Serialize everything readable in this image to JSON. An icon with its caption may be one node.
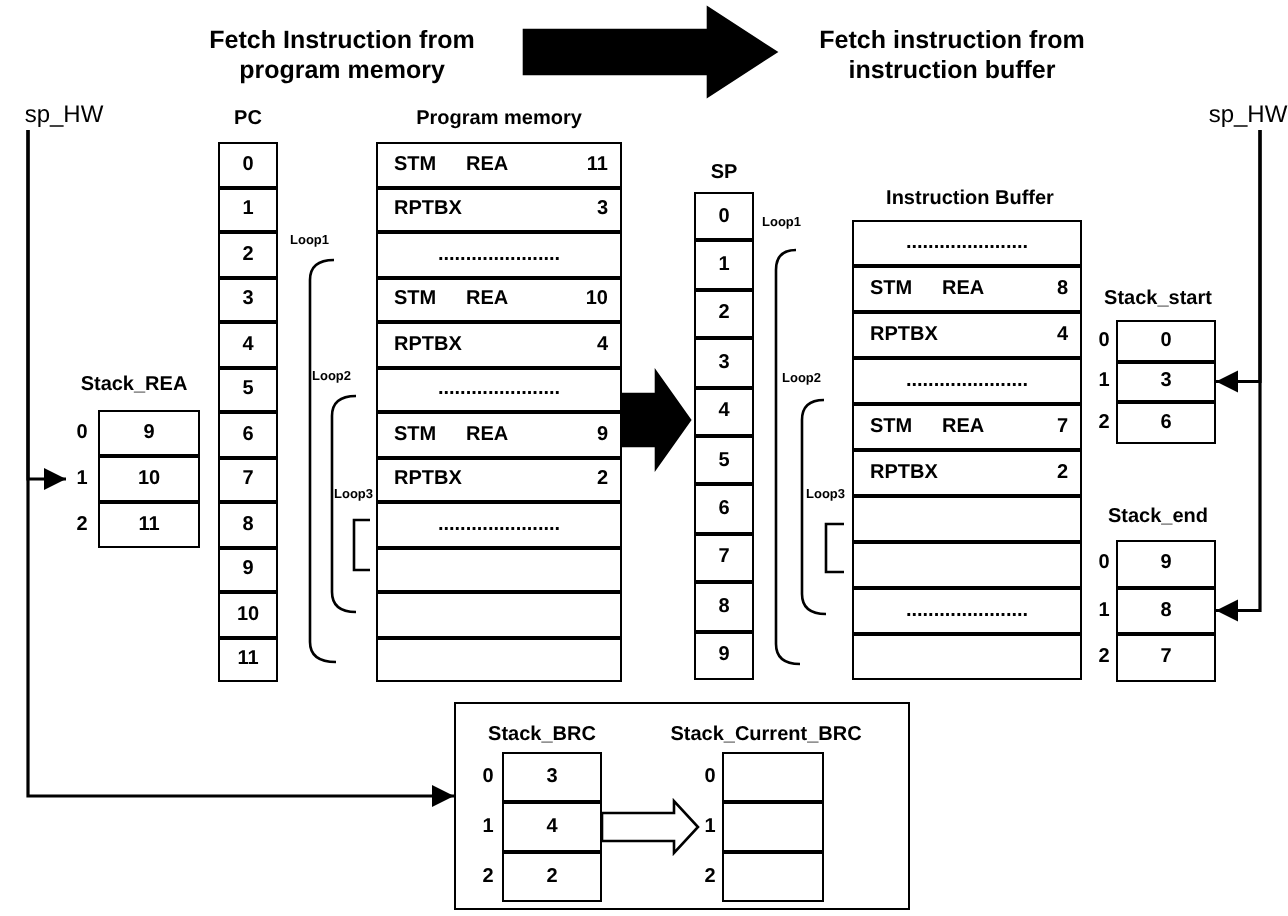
{
  "diagram": {
    "nodes": [
      {
        "text": [
          "Fetch Instruction from program memory"
        ]
      },
      {
        "text": [
          "Fetch instruction from instruction buffer"
        ]
      },
      {
        "text": [
          "sp_HW"
        ]
      },
      {
        "text": [
          "sp_HW"
        ]
      },
      {
        "text": [
          "PC"
        ]
      },
      {
        "text": [
          "0"
        ],
        "in": 4
      },
      {
        "text": [
          "1"
        ],
        "in": 4
      },
      {
        "text": [
          "2"
        ],
        "in": 4
      },
      {
        "text": [
          "3"
        ],
        "in": 4
      },
      {
        "text": [
          "4"
        ],
        "in": 4
      },
      {
        "text": [
          "5"
        ],
        "in": 4
      },
      {
        "text": [
          "6"
        ],
        "in": 4
      },
      {
        "text": [
          "7"
        ],
        "in": 4
      },
      {
        "text": [
          "8"
        ],
        "in": 4
      },
      {
        "text": [
          "9"
        ],
        "in": 4
      },
      {
        "text": [
          "10"
        ],
        "in": 4
      },
      {
        "text": [
          "11"
        ],
        "in": 4
      },
      {
        "text": [
          "Program memory"
        ]
      },
      {
        "text": [
          "STM",
          "REA",
          "11"
        ],
        "in": 17
      },
      {
        "text": [
          "RPTBX",
          "3"
        ],
        "in": 17
      },
      {
        "text": [
          "......................"
        ],
        "in": 17
      },
      {
        "text": [
          "STM",
          "REA",
          "10"
        ],
        "in": 17
      },
      {
        "text": [
          "RPTBX",
          "4"
        ],
        "in": 17
      },
      {
        "text": [
          "......................"
        ],
        "in": 17
      },
      {
        "text": [
          "STM",
          "REA",
          "9"
        ],
        "in": 17
      },
      {
        "text": [
          "RPTBX",
          "2"
        ],
        "in": 17
      },
      {
        "text": [
          "......................"
        ],
        "in": 17
      },
      {
        "text": [],
        "shape": "box",
        "in": 17
      },
      {
        "text": [],
        "shape": "box",
        "in": 17
      },
      {
        "text": [],
        "shape": "box",
        "in": 17
      },
      {
        "text": [
          "SP"
        ]
      },
      {
        "text": [
          "0"
        ],
        "in": 30
      },
      {
        "text": [
          "1"
        ],
        "in": 30
      },
      {
        "text": [
          "2"
        ],
        "in": 30
      },
      {
        "text": [
          "3"
        ],
        "in": 30
      },
      {
        "text": [
          "4"
        ],
        "in": 30
      },
      {
        "text": [
          "5"
        ],
        "in": 30
      },
      {
        "text": [
          "6"
        ],
        "in": 30
      },
      {
        "text": [
          "7"
        ],
        "in": 30
      },
      {
        "text": [
          "8"
        ],
        "in": 30
      },
      {
        "text": [
          "9"
        ],
        "in": 30
      },
      {
        "text": [
          "Instruction Buffer"
        ]
      },
      {
        "text": [
          "......................"
        ],
        "in": 41
      },
      {
        "text": [
          "STM",
          "REA",
          "8"
        ],
        "in": 41
      },
      {
        "text": [
          "RPTBX",
          "4"
        ],
        "in": 41
      },
      {
        "text": [
          "......................"
        ],
        "in": 41
      },
      {
        "text": [
          "STM",
          "REA",
          "7"
        ],
        "in": 41
      },
      {
        "text": [
          "RPTBX",
          "2"
        ],
        "in": 41
      },
      {
        "text": [],
        "shape": "box",
        "in": 41
      },
      {
        "text": [],
        "shape": "box",
        "in": 41
      },
      {
        "text": [
          "......................"
        ],
        "in": 41
      },
      {
        "text": [],
        "shape": "box",
        "in": 41
      },
      {
        "text": [
          "Stack_start"
        ]
      },
      {
        "text": [
          "0"
        ],
        "beside": [
          "0"
        ],
        "in": 52
      },
      {
        "text": [
          "3"
        ],
        "beside": [
          "1"
        ],
        "in": 52
      },
      {
        "text": [
          "6"
        ],
        "beside": [
          "2"
        ],
        "in": 52
      },
      {
        "text": [
          "Stack_end"
        ]
      },
      {
        "text": [
          "9"
        ],
        "beside": [
          "0"
        ],
        "in": 56
      },
      {
        "text": [
          "8"
        ],
        "beside": [
          "1"
        ],
        "in": 56
      },
      {
        "text": [
          "7"
        ],
        "beside": [
          "2"
        ],
        "in": 56
      },
      {
        "text": [
          "Stack_REA"
        ]
      },
      {
        "text": [
          "9"
        ],
        "beside": [
          "0"
        ],
        "in": 60
      },
      {
        "text": [
          "10"
        ],
        "beside": [
          "1"
        ],
        "in": 60
      },
      {
        "text": [
          "11"
        ],
        "beside": [
          "2"
        ],
        "in": 60
      },
      {
        "text": [],
        "shape": "box"
      },
      {
        "text": [
          "Stack_BRC"
        ],
        "in": 64
      },
      {
        "text": [
          "3"
        ],
        "beside": [
          "0"
        ],
        "in": 65
      },
      {
        "text": [
          "4"
        ],
        "beside": [
          "1"
        ],
        "in": 65
      },
      {
        "text": [
          "2"
        ],
        "beside": [
          "2"
        ],
        "in": 65
      },
      {
        "text": [
          "Stack_Current_BRC"
        ],
        "in": 64
      },
      {
        "text": [],
        "shape": "box",
        "beside": [
          "0"
        ],
        "in": 69
      },
      {
        "text": [],
        "shape": "box",
        "beside": [
          "1"
        ],
        "in": 69
      },
      {
        "text": [],
        "shape": "box",
        "beside": [
          "2"
        ],
        "in": 69
      }
    ],
    "edges": [
      {
        "from": 0,
        "to": 1,
        "arrow": "to",
        "style": "thick"
      },
      {
        "from": 17,
        "to": 30,
        "arrow": "to",
        "style": "thick"
      },
      {
        "from": 2,
        "to": 62,
        "arrow": "to"
      },
      {
        "from": 2,
        "to": 64,
        "arrow": "to"
      },
      {
        "from": 3,
        "to": 54,
        "arrow": "to"
      },
      {
        "from": 3,
        "to": 58,
        "arrow": "to"
      },
      {
        "from": 67,
        "to": 71,
        "arrow": "to",
        "style": "thick",
        "color": "#ffffff"
      }
    ],
    "labels": [
      "Loop1",
      "Loop2",
      "Loop3",
      "Loop1",
      "Loop2",
      "Loop3"
    ]
  }
}
